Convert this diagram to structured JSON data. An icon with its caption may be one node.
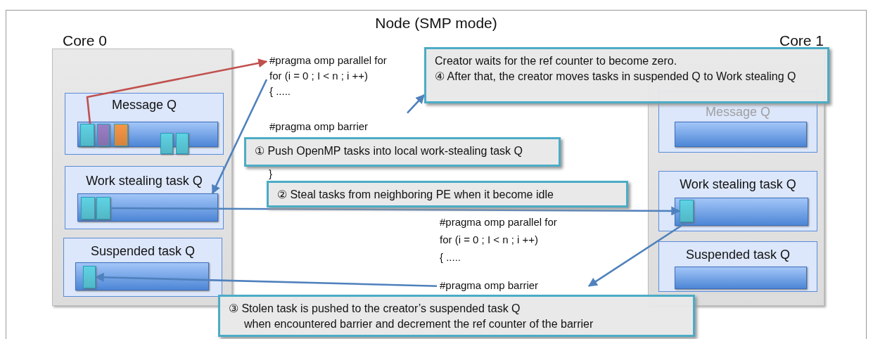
{
  "diagram": {
    "nodes": [
      {
        "text": [
          "Node (SMP mode)"
        ]
      },
      {
        "text": [
          "Core 0"
        ],
        "in": 0
      },
      {
        "text": [
          "Message Q"
        ],
        "in": 1
      },
      {
        "text": [],
        "shape": "bar",
        "in": 2
      },
      {
        "text": [],
        "shape": "box",
        "in": 3
      },
      {
        "text": [],
        "shape": "box",
        "in": 3
      },
      {
        "text": [],
        "shape": "box",
        "in": 3
      },
      {
        "text": [],
        "shape": "box",
        "in": 2
      },
      {
        "text": [],
        "shape": "box",
        "in": 2
      },
      {
        "text": [
          "Work stealing task Q"
        ],
        "in": 1
      },
      {
        "text": [],
        "shape": "bar",
        "in": 9
      },
      {
        "text": [],
        "shape": "box",
        "in": 10
      },
      {
        "text": [],
        "shape": "box",
        "in": 10
      },
      {
        "text": [
          "Suspended task Q"
        ],
        "in": 1
      },
      {
        "text": [],
        "shape": "bar",
        "in": 13
      },
      {
        "text": [],
        "shape": "box",
        "in": 14
      },
      {
        "text": [
          "#pragma omp parallel for",
          "for (i = 0 ; I < n ; i ++)",
          "{ .....",
          "#pragma omp barrier"
        ],
        "in": 0
      },
      {
        "text": [
          "Creator waits for the ref counter to become zero.",
          "④ After that, the creator moves tasks in suspended Q to Work stealing Q"
        ],
        "in": 0
      },
      {
        "text": [
          "Core 1"
        ],
        "in": 0
      },
      {
        "text": [
          "Message Q"
        ],
        "in": 18
      },
      {
        "text": [],
        "shape": "bar",
        "in": 19
      },
      {
        "text": [
          "Work stealing task Q"
        ],
        "in": 18
      },
      {
        "text": [],
        "shape": "bar",
        "in": 21
      },
      {
        "text": [],
        "shape": "box",
        "in": 22
      },
      {
        "text": [
          "Suspended task Q"
        ],
        "in": 18
      },
      {
        "text": [],
        "shape": "bar",
        "in": 24
      },
      {
        "text": [
          "① Push OpenMP tasks into local work-stealing task Q"
        ],
        "in": 0
      },
      {
        "text": [
          "② Steal tasks from neighboring PE when it become idle"
        ],
        "in": 0
      },
      {
        "text": [
          "#pragma omp parallel for",
          "for (i = 0 ; I < n ; i ++)",
          "{ .....",
          "#pragma omp barrier"
        ],
        "in": 0
      },
      {
        "text": [
          "③ Stolen task is pushed to the creator’s suspended task Q",
          "when encountered barrier and decrement the ref counter of the barrier"
        ],
        "in": 0
      }
    ],
    "edges": [
      {
        "from": 4,
        "to": 16,
        "arrow": "to",
        "color": "#c0504d"
      },
      {
        "from": 16,
        "to": 10,
        "arrow": "to"
      },
      {
        "from": 16,
        "to": 17,
        "arrow": "to"
      },
      {
        "from": 12,
        "to": 23,
        "arrow": "to"
      },
      {
        "from": 23,
        "to": 28,
        "arrow": "to"
      },
      {
        "from": 28,
        "to": 15,
        "arrow": "to"
      }
    ],
    "labels": [
      "}"
    ]
  }
}
